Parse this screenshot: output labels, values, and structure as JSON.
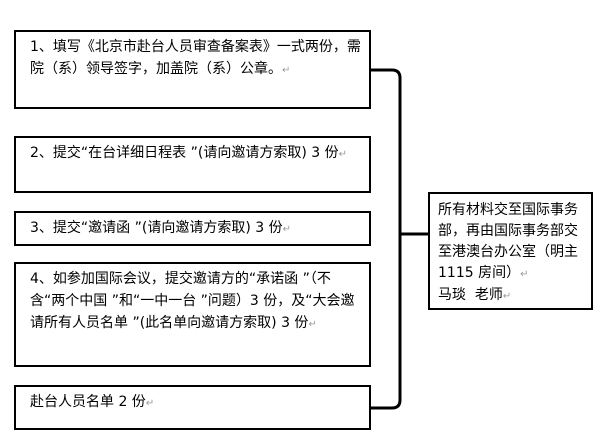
{
  "boxes": {
    "b1": {
      "text": "1、填写《北京市赴台人员审查备案表》一式两份，需院（系）领导签字，加盖院（系）公章。"
    },
    "b2": {
      "text": "2、提交“在台详细日程表 ”(请向邀请方索取) 3 份"
    },
    "b3": {
      "text": "3、提交“邀请函 ”(请向邀请方索取) 3 份"
    },
    "b4": {
      "text": "4、如参加国际会议，提交邀请方的“承诺函 ”（不含“两个中国 ”和“一中一台 ”问题）3 份，及“大会邀请所有人员名单 ”(此名单向邀请方索取) 3 份"
    },
    "b5": {
      "text": "赴台人员名单 2 份"
    }
  },
  "result": {
    "line1": "所有材料交至国际事务部，再由国际事务部交至港澳台办公室（明主 1115 房间）",
    "line2": "马琰  老师"
  },
  "paragraph_mark": "↵"
}
